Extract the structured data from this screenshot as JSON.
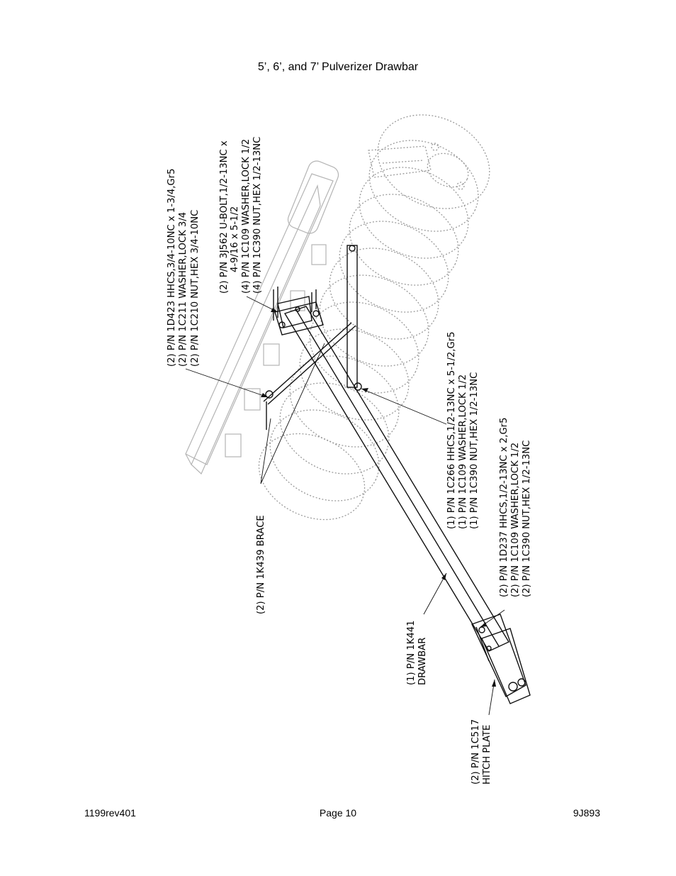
{
  "page": {
    "title": "5’, 6’, and 7’ Pulverizer Drawbar",
    "footer_left": "1199rev401",
    "footer_center": "Page 10",
    "footer_right": "9J893"
  },
  "callouts": {
    "hhcs_3_4": [
      "(2) P/N 1D423 HHCS,3/4-10NC x 1-3/4,Gr5",
      "(2) P/N 1C211 WASHER,LOCK 3/4",
      "(2) P/N 1C210 NUT,HEX 3/4-10NC"
    ],
    "ubolt": [
      "(2) P/N 3J562 U-BOLT,1/2-13NC x",
      "4-9/16 x 5-1/2",
      "(4) P/N 1C109 WASHER,LOCK 1/2",
      "(4) P/N 1C390 NUT,HEX 1/2-13NC"
    ],
    "brace": [
      "(2) P/N 1K439 BRACE"
    ],
    "hhcs_1c266": [
      "(1) P/N 1C266 HHCS,1/2-13NC x 5-1/2,Gr5",
      "(1) P/N 1C109 WASHER,LOCK 1/2",
      "(1) P/N 1C390 NUT,HEX 1/2-13NC"
    ],
    "hhcs_1d237": [
      "(2) P/N 1D237 HHCS,1/2-13NC x 2,Gr5",
      "(2) P/N 1C109 WASHER,LOCK 1/2",
      "(2) P/N 1C390 NUT,HEX 1/2-13NC"
    ],
    "drawbar": [
      "(1) P/N 1K441",
      "DRAWBAR"
    ],
    "hitch_plate": [
      "(2) P/N 1C517",
      "HITCH PLATE"
    ]
  }
}
